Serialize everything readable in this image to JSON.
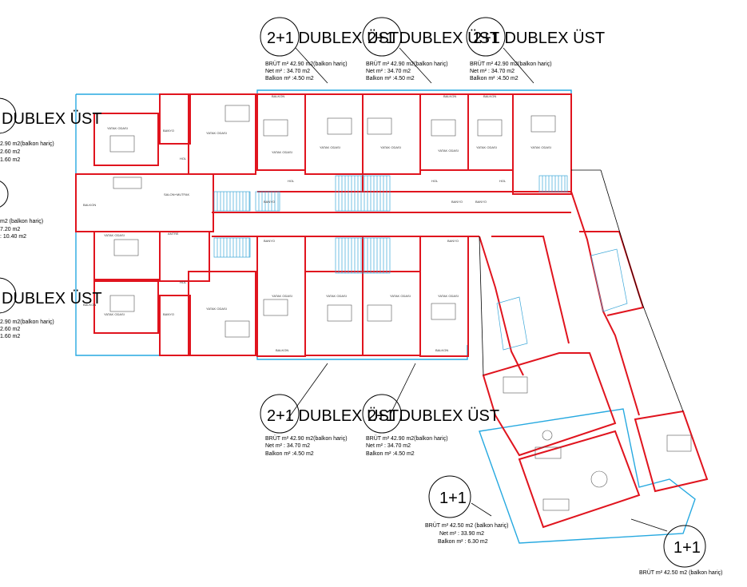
{
  "units": [
    {
      "id": "u1",
      "title": "2+1 DUBLEX ÜST",
      "brut": "BRÜT m² 42.90 m2(balkon hariç)",
      "net": "Net m²    : 34.70 m2",
      "balkon": "Balkon m²  :4.50 m2"
    },
    {
      "id": "u2",
      "title": "2+1 DUBLEX ÜST",
      "brut": "BRÜT m² 42.90 m2(balkon hariç)",
      "net": "Net m²    : 34.70 m2",
      "balkon": "Balkon m²  :4.50 m2"
    },
    {
      "id": "u3",
      "title": "2+1 DUBLEX ÜST",
      "brut": "BRÜT m² 42.90 m2(balkon hariç)",
      "net": "Net m²    : 34.70 m2",
      "balkon": "Balkon m²  :4.50 m2"
    },
    {
      "id": "u4",
      "title": "DUBLEX ÜST",
      "brut": "2.90 m2(balkon hariç)",
      "net": "2.60 m2",
      "balkon": "1.60 m2"
    },
    {
      "id": "u5",
      "title": "",
      "brut": "m2 (balkon hariç)",
      "net": "7.20 m2",
      "balkon": ": 10.40 m2"
    },
    {
      "id": "u6",
      "title": "DUBLEX ÜST",
      "brut": "2.90 m2(balkon hariç)",
      "net": "2.60 m2",
      "balkon": "1.60 m2"
    },
    {
      "id": "u7",
      "title": "2+1 DUBLEX ÜST",
      "brut": "BRÜT m² 42.90 m2(balkon hariç)",
      "net": "Net m²    : 34.70 m2",
      "balkon": "Balkon m²  :4.50 m2"
    },
    {
      "id": "u8",
      "title": "2+1 DUBLEX ÜST",
      "brut": "BRÜT m² 42.90 m2(balkon hariç)",
      "net": "Net m²    : 34.70 m2",
      "balkon": "Balkon m²  :4.50 m2"
    },
    {
      "id": "u9",
      "title": "1+1",
      "brut": "BRÜT m²    42.50 m2 (balkon hariç)",
      "net": "Net m²    : 33.90 m2",
      "balkon": "Balkon m²   : 6.30 m2"
    },
    {
      "id": "u10",
      "title": "1+1",
      "brut": "BRÜT m²    42.50 m2 (balkon hariç)",
      "net": "",
      "balkon": ""
    }
  ],
  "rooms": {
    "balkon": "BALKON",
    "yatak": "YATAK ODASI",
    "banyo": "BANYO",
    "hol": "HOL",
    "salon": "SALON+MUTFAK",
    "antre": "ANTRE"
  },
  "colors": {
    "wall": "#e0141e",
    "frame": "#27a9e0",
    "stair": "#3aa6d8",
    "line": "#000000"
  }
}
